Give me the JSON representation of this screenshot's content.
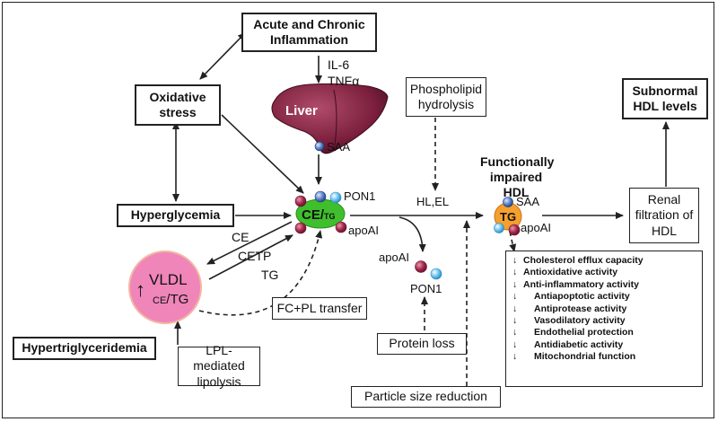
{
  "nodes": {
    "inflammation": "Acute and Chronic Inflammation",
    "oxidative_stress": "Oxidative stress",
    "hyperglycemia": "Hyperglycemia",
    "hypertriglyceridemia": "Hypertriglyceridemia",
    "phospholipid_hydrolysis": "Phospholipid hydrolysis",
    "subnormal_hdl": "Subnormal HDL levels",
    "renal_filtration": "Renal filtration of HDL",
    "protein_loss": "Protein loss",
    "particle_size_reduction": "Particle size reduction",
    "fc_pl_transfer": "FC+PL transfer",
    "lpl_lipolysis": "LPL-mediated lipolysis",
    "functionally_impaired_hdl": "Functionally impaired HDL"
  },
  "liver": {
    "label": "Liver",
    "color": "#7a1f3d"
  },
  "labels": {
    "il6": "IL-6",
    "tnfa": "TNFα",
    "saa": "SAA",
    "pon1": "PON1",
    "apoai": "apoAI",
    "hl_el": "HL,EL",
    "ce": "CE",
    "cetp": "CETP",
    "tg": "TG",
    "hdl_core_ce": "CE/",
    "hdl_core_tg": "TG",
    "impaired_core": "TG",
    "vldl_top": "VLDL",
    "vldl_bottom_ce": "CE",
    "vldl_bottom_tg": "/TG",
    "vldl_arrow": "↑"
  },
  "effects": [
    {
      "arrow": "↓",
      "text": "Cholesterol efflux capacity",
      "indent": false
    },
    {
      "arrow": "↓",
      "text": "Antioxidative activity",
      "indent": false
    },
    {
      "arrow": "↓",
      "text": "Anti-inflammatory activity",
      "indent": false
    },
    {
      "arrow": "↓",
      "text": "Antiapoptotic activity",
      "indent": true
    },
    {
      "arrow": "↓",
      "text": "Antiprotease activity",
      "indent": true
    },
    {
      "arrow": "↓",
      "text": "Vasodilatory activity",
      "indent": true
    },
    {
      "arrow": "↓",
      "text": "Endothelial protection",
      "indent": true
    },
    {
      "arrow": "↓",
      "text": "Antidiabetic activity",
      "indent": true
    },
    {
      "arrow": "↓",
      "text": "Mitochondrial function",
      "indent": true
    }
  ],
  "colors": {
    "hdl_green": "#3fbf2c",
    "impaired_orange": "#f5a02e",
    "vldl_pink": "#ef85b9",
    "saa_blue": "#5b83c9",
    "pon1_lightblue": "#6cc2ee",
    "apoai_maroon": "#a6284c"
  }
}
